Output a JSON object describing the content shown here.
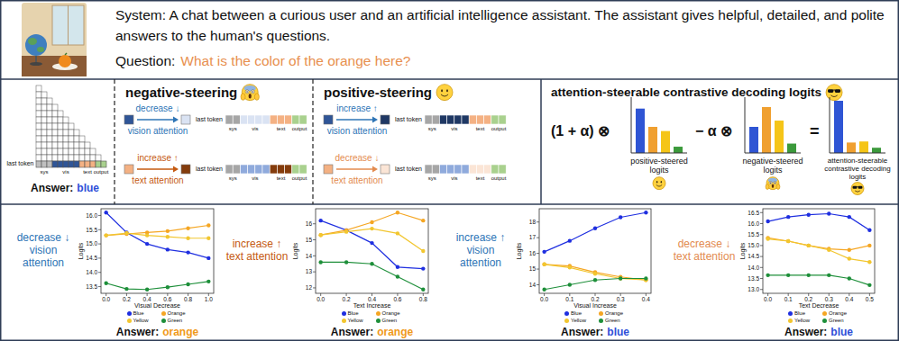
{
  "diagram": {
    "nodes": [
      {
        "text": [
          "System: A chat between a curious user and an artificial intelligence assistant. The assistant gives helpful, detailed, and polite answers to the human's questions.",
          "Question:",
          "What is the color of the orange here?"
        ]
      },
      {
        "text": [
          "negative-steering"
        ]
      },
      {
        "text": [
          "positive-steering"
        ]
      },
      {
        "text": [
          "attention-steerable contrastive decoding logits"
        ]
      }
    ],
    "labels": [
      "last token",
      "sys",
      "vis",
      "text",
      "output",
      "Answer:",
      "blue",
      "decrease ↓",
      "vision attention",
      "last token",
      "sys",
      "vis",
      "text",
      "output",
      "increase ↑",
      "text attention",
      "last token",
      "sys",
      "vis",
      "text",
      "output",
      "increase ↑",
      "vision attention",
      "last token",
      "sys",
      "vis",
      "text",
      "output",
      "decrease ↓",
      "text attention",
      "last token",
      "sys",
      "vis",
      "text",
      "output",
      "(1 + α) ⊗",
      "positive-steered logits",
      "− α ⊗",
      "negative-steered logits",
      "=",
      "attention-steerable contrastive decoding logits",
      "decrease ↓ vision attention",
      "Logits",
      "Visual Decrease",
      "13.5",
      "14.0",
      "14.5",
      "15.0",
      "15.5",
      "16.0",
      "0.0",
      "0.2",
      "0.4",
      "0.6",
      "0.8",
      "1.0",
      "Answer:",
      "orange",
      "increase ↑ text attention",
      "Logits",
      "Text Increase",
      "12",
      "13",
      "14",
      "15",
      "16",
      "0.0",
      "0.2",
      "0.4",
      "0.6",
      "0.8",
      "Answer:",
      "orange",
      "increase ↑ vision attention",
      "Logits",
      "Visual Increase",
      "14",
      "15",
      "16",
      "17",
      "18",
      "0.0",
      "0.1",
      "0.2",
      "0.3",
      "0.4",
      "Answer:",
      "blue",
      "decrease ↓ text attention",
      "Logits",
      "Text Decrease",
      "13.0",
      "13.5",
      "14.0",
      "14.5",
      "15.0",
      "15.5",
      "16.0",
      "16.5",
      "0.0",
      "0.1",
      "0.2",
      "0.3",
      "0.4",
      "0.5",
      "Answer:",
      "blue"
    ],
    "legend": [
      {
        "text": "Blue",
        "color": "#1f2fe0"
      },
      {
        "text": "Orange",
        "color": "#f5a623"
      },
      {
        "text": "Yellow",
        "color": "#f2c62f"
      },
      {
        "text": "Green",
        "color": "#1e8f3a"
      },
      {
        "text": "Blue",
        "color": "#1f2fe0"
      },
      {
        "text": "Orange",
        "color": "#f5a623"
      },
      {
        "text": "Yellow",
        "color": "#f2c62f"
      },
      {
        "text": "Green",
        "color": "#1e8f3a"
      },
      {
        "text": "Blue",
        "color": "#1f2fe0"
      },
      {
        "text": "Orange",
        "color": "#f5a623"
      },
      {
        "text": "Yellow",
        "color": "#f2c62f"
      },
      {
        "text": "Green",
        "color": "#1e8f3a"
      },
      {
        "text": "Blue",
        "color": "#1f2fe0"
      },
      {
        "text": "Orange",
        "color": "#f5a623"
      },
      {
        "text": "Yellow",
        "color": "#f2c62f"
      },
      {
        "text": "Green",
        "color": "#1e8f3a"
      }
    ]
  }
}
